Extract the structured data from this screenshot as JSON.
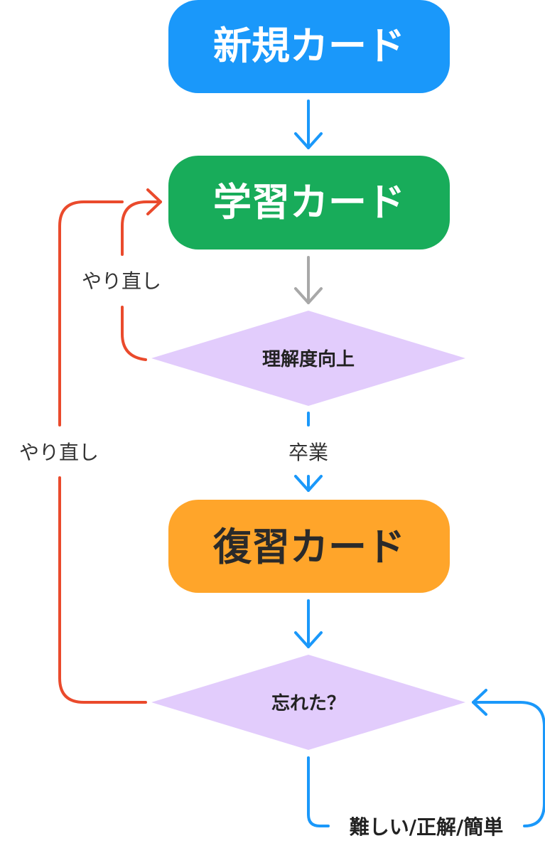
{
  "nodes": {
    "new_card": {
      "label": "新規カード",
      "color": "#1a98fa",
      "text_color": "#ffffff"
    },
    "learning_card": {
      "label": "学習カード",
      "color": "#18ac5a",
      "text_color": "#ffffff"
    },
    "understanding": {
      "label": "理解度向上",
      "color": "#e2ccfc",
      "text_color": "#222222"
    },
    "review_card": {
      "label": "復習カード",
      "color": "#ffa52a",
      "text_color": "#2a2a2a"
    },
    "forgot": {
      "label": "忘れた？",
      "color": "#e2ccfc",
      "text_color": "#222222"
    }
  },
  "edges": {
    "retry_inner": {
      "label": "やり直し",
      "color": "#ea4a2c"
    },
    "retry_outer": {
      "label": "やり直し",
      "color": "#ea4a2c"
    },
    "graduate": {
      "label": "卒業",
      "color": "#1a98fa"
    },
    "learn_to_understand": {
      "color": "#a8a8a8"
    },
    "loop": {
      "label": "難しい/正解/簡単",
      "color": "#1a98fa"
    }
  }
}
